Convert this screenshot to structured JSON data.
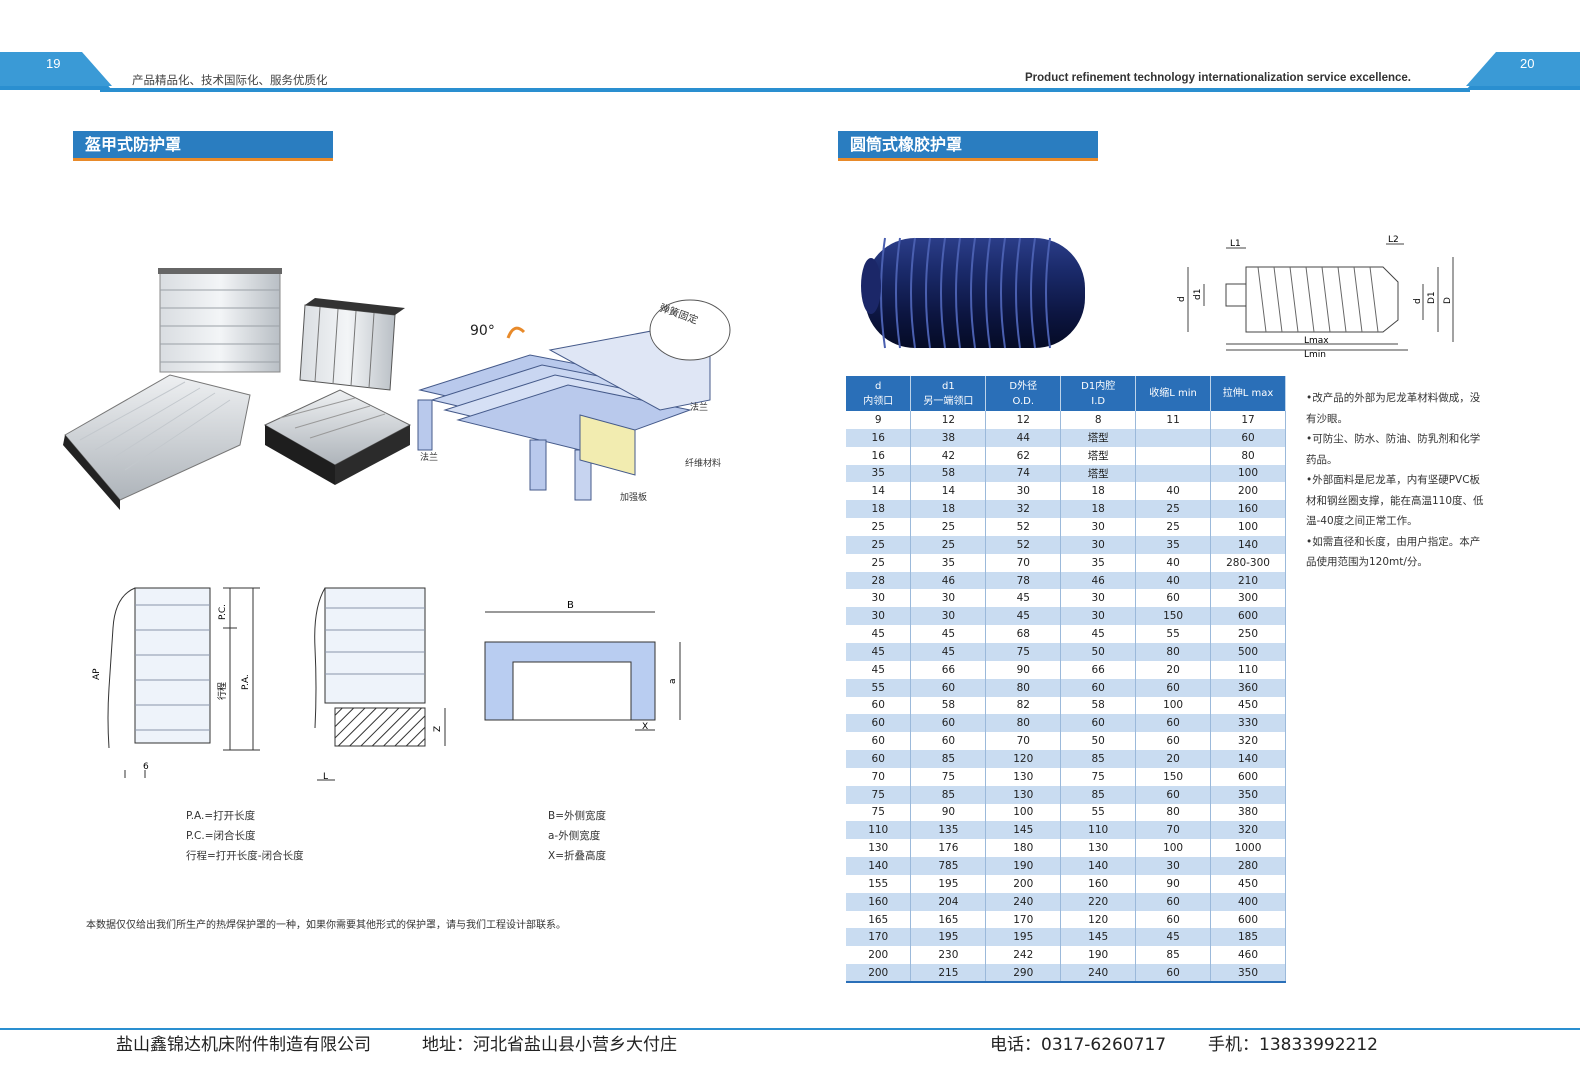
{
  "header": {
    "page_left": "19",
    "page_right": "20",
    "slogan_cn": "产品精品化、技术国际化、服务优质化",
    "slogan_en": "Product refinement   technology internationalization   service excellence."
  },
  "left": {
    "title": "盔甲式防护罩",
    "illus_labels": {
      "angle": "90°",
      "spring": "弹簧固定",
      "flange1": "法兰",
      "flange2": "法兰",
      "fiber": "纤维材料",
      "plate": "加强板",
      "pc": "P.C.",
      "pa": "P.A.",
      "stroke": "行程",
      "ap": "AP",
      "six": "6",
      "L": "L",
      "Z": "Z",
      "B": "B",
      "a": "a",
      "X": "X"
    },
    "legend_left": [
      "P.A.=打开长度",
      "P.C.=闭合长度",
      "行程=打开长度-闭合长度"
    ],
    "legend_right": [
      "B=外侧宽度",
      "a-外侧宽度",
      "X=折叠高度"
    ],
    "note": "本数据仅仅给出我们所生产的热焊保护罩的一种，如果你需要其他形式的保护罩，请与我们工程设计部联系。"
  },
  "right": {
    "title": "圆筒式橡胶护罩",
    "diagram_labels": {
      "L1": "L1",
      "L2": "L2",
      "d": "d",
      "d1": "d1",
      "d_r": "d",
      "D1": "D1",
      "D": "D",
      "Lmax": "Lmax",
      "Lmin": "Lmin"
    },
    "table": {
      "headers": [
        [
          "d",
          "内领口"
        ],
        [
          "d1",
          "另一端领口"
        ],
        [
          "D外径",
          "O.D."
        ],
        [
          "D1内腔",
          "I.D"
        ],
        [
          "收缩L min",
          ""
        ],
        [
          "拉伸L max",
          ""
        ]
      ],
      "rows": [
        [
          "9",
          "12",
          "12",
          "8",
          "11",
          "17"
        ],
        [
          "16",
          "38",
          "44",
          "塔型",
          "",
          "60"
        ],
        [
          "16",
          "42",
          "62",
          "塔型",
          "",
          "80"
        ],
        [
          "35",
          "58",
          "74",
          "塔型",
          "",
          "100"
        ],
        [
          "14",
          "14",
          "30",
          "18",
          "40",
          "200"
        ],
        [
          "18",
          "18",
          "32",
          "18",
          "25",
          "160"
        ],
        [
          "25",
          "25",
          "52",
          "30",
          "25",
          "100"
        ],
        [
          "25",
          "25",
          "52",
          "30",
          "35",
          "140"
        ],
        [
          "25",
          "35",
          "70",
          "35",
          "40",
          "280-300"
        ],
        [
          "28",
          "46",
          "78",
          "46",
          "40",
          "210"
        ],
        [
          "30",
          "30",
          "45",
          "30",
          "60",
          "300"
        ],
        [
          "30",
          "30",
          "45",
          "30",
          "150",
          "600"
        ],
        [
          "45",
          "45",
          "68",
          "45",
          "55",
          "250"
        ],
        [
          "45",
          "45",
          "75",
          "50",
          "80",
          "500"
        ],
        [
          "45",
          "66",
          "90",
          "66",
          "20",
          "110"
        ],
        [
          "55",
          "60",
          "80",
          "60",
          "60",
          "360"
        ],
        [
          "60",
          "58",
          "82",
          "58",
          "100",
          "450"
        ],
        [
          "60",
          "60",
          "80",
          "60",
          "60",
          "330"
        ],
        [
          "60",
          "60",
          "70",
          "50",
          "60",
          "320"
        ],
        [
          "60",
          "85",
          "120",
          "85",
          "20",
          "140"
        ],
        [
          "70",
          "75",
          "130",
          "75",
          "150",
          "600"
        ],
        [
          "75",
          "85",
          "130",
          "85",
          "60",
          "350"
        ],
        [
          "75",
          "90",
          "100",
          "55",
          "80",
          "380"
        ],
        [
          "110",
          "135",
          "145",
          "110",
          "70",
          "320"
        ],
        [
          "130",
          "176",
          "180",
          "130",
          "100",
          "1000"
        ],
        [
          "140",
          "785",
          "190",
          "140",
          "30",
          "280"
        ],
        [
          "155",
          "195",
          "200",
          "160",
          "90",
          "450"
        ],
        [
          "160",
          "204",
          "240",
          "220",
          "60",
          "400"
        ],
        [
          "165",
          "165",
          "170",
          "120",
          "60",
          "600"
        ],
        [
          "170",
          "195",
          "195",
          "145",
          "45",
          "185"
        ],
        [
          "200",
          "230",
          "242",
          "190",
          "85",
          "460"
        ],
        [
          "200",
          "215",
          "290",
          "240",
          "60",
          "350"
        ]
      ]
    },
    "bullets": [
      "•改产品的外部为尼龙革材料做成，没有沙眼。",
      "•可防尘、防水、防油、防乳剂和化学药品。",
      "•外部面料是尼龙革，内有坚硬PVC板材和钢丝圈支撑，能在高温110度、低温-40度之间正常工作。",
      "•如需直径和长度，由用户指定。本产品使用范围为120mt/分。"
    ]
  },
  "footer": {
    "company": "盐山鑫锦达机床附件制造有限公司",
    "address": "地址：河北省盐山县小营乡大付庄",
    "phone": "电话：0317-6260717",
    "mobile": "手机：13833992212"
  },
  "colors": {
    "accent_blue": "#2a7dc0",
    "accent_orange": "#e88a2a",
    "row_alt": "#c9dcf1",
    "header_bar": "#2a8fd0"
  }
}
